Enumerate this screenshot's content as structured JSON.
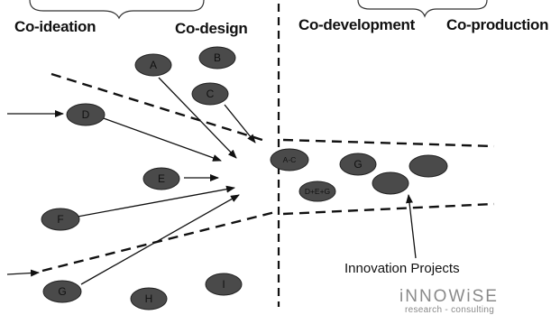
{
  "phases": {
    "co_ideation": "Co-ideation",
    "co_design": "Co-design",
    "co_development": "Co-development",
    "co_production": "Co-production"
  },
  "nodes": {
    "a": "A",
    "b": "B",
    "c": "C",
    "d": "D",
    "e": "E",
    "f": "F",
    "g_left": "G",
    "h": "H",
    "i": "I",
    "a_c": "A-C",
    "d_e_g": "D+E+G",
    "g_right": "G"
  },
  "callout": "Innovation Projects",
  "logo": {
    "name": "iNNOWiSE",
    "tagline": "research - consulting"
  },
  "colors": {
    "node_fill": "#4a4a4a",
    "line": "#111111",
    "logo": "#8a8a8a"
  }
}
